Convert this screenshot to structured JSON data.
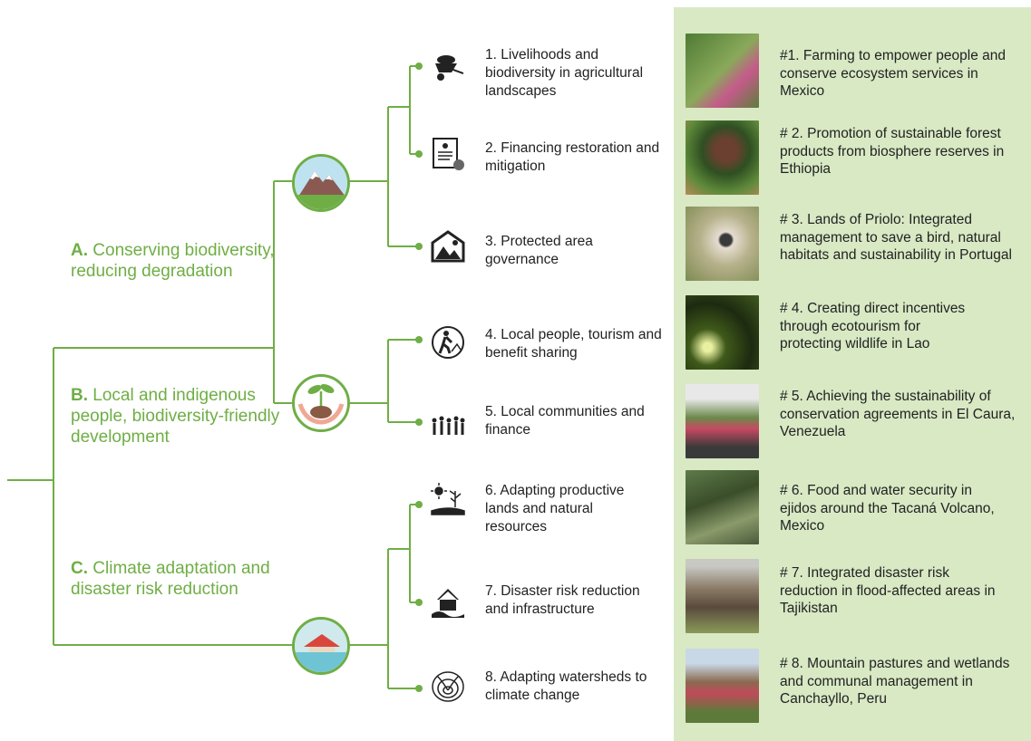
{
  "colors": {
    "tree": "#6fae45",
    "panel": "#d8e9c4",
    "text": "#222222"
  },
  "categories": [
    {
      "letter": "A.",
      "text": "Conserving biodiversity, reducing degradation"
    },
    {
      "letter": "B.",
      "text": "Local and indigenous people, biodiversity-friendly development"
    },
    {
      "letter": "C.",
      "text": "Climate adaptation and disaster risk reduction"
    }
  ],
  "category_icons": [
    "mountain-icon",
    "seedling-in-hands-icon",
    "flooded-house-icon"
  ],
  "themes": [
    {
      "label": "1. Livelihoods and biodiversity in agricultural landscapes",
      "icon": "wheelbarrow-icon"
    },
    {
      "label": "2. Financing restoration and mitigation",
      "icon": "certificate-icon"
    },
    {
      "label": "3. Protected area governance",
      "icon": "protected-area-icon"
    },
    {
      "label": "4. Local people, tourism and benefit sharing",
      "icon": "hiker-icon"
    },
    {
      "label": "5. Local communities and finance",
      "icon": "community-icon"
    },
    {
      "label": "6. Adapting productive lands and natural resources",
      "icon": "sun-crops-icon"
    },
    {
      "label": "7. Disaster risk reduction and infrastructure",
      "icon": "damaged-house-icon"
    },
    {
      "label": "8. Adapting watersheds to climate change",
      "icon": "watershed-icon"
    }
  ],
  "cases": [
    {
      "title": "#1. Farming to empower people and conserve ecosystem services in Mexico",
      "photo": "farmer-photo"
    },
    {
      "title": "# 2. Promotion of sustainable forest products from biosphere reserves in Ethiopia",
      "photo": "woman-forest-photo"
    },
    {
      "title": "# 3. Lands of Priolo: Integrated management to save a bird, natural habitats and sustainability in Portugal",
      "photo": "bird-photo"
    },
    {
      "title": "# 4. Creating direct incentives through ecotourism for protecting wildlife in Lao",
      "photo": "night-forest-photo"
    },
    {
      "title": "# 5. Achieving the sustainability of conservation agreements in El Caura, Venezuela",
      "photo": "group-photo"
    },
    {
      "title": "# 6. Food and water security in ejidos around the Tacaná Volcano, Mexico",
      "photo": "field-worker-photo"
    },
    {
      "title": "# 7. Integrated disaster risk reduction in flood-affected areas in Tajikistan",
      "photo": "trees-photo"
    },
    {
      "title": "# 8. Mountain pastures and wetlands and communal management in Canchayllo, Peru",
      "photo": "pasture-people-photo"
    }
  ]
}
